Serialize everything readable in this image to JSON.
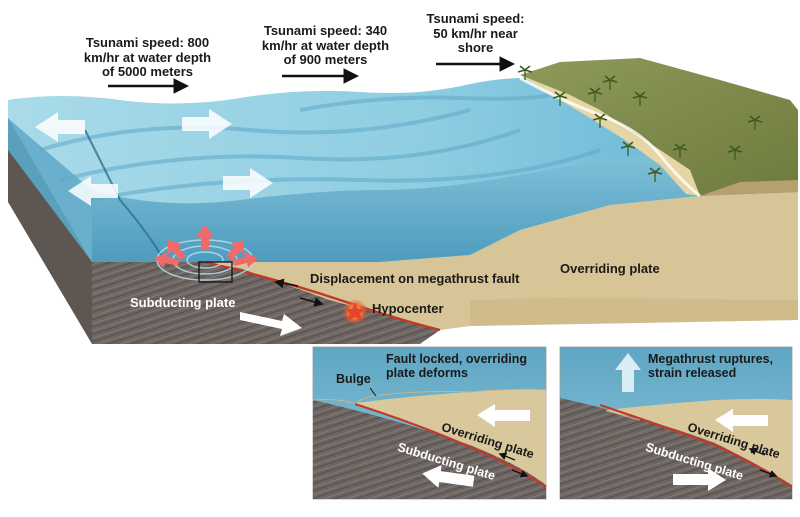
{
  "speeds": [
    {
      "line1": "Tsunami speed: 800",
      "line2": "km/hr at water depth",
      "line3": "of 5000 meters"
    },
    {
      "line1": "Tsunami speed: 340",
      "line2": "km/hr at water depth",
      "line3": "of 900 meters"
    },
    {
      "line1": "Tsunami speed:",
      "line2": "50 km/hr near",
      "line3": "shore"
    }
  ],
  "main": {
    "displacement": "Displacement on megathrust fault",
    "overriding": "Overriding plate",
    "subducting": "Subducting plate",
    "hypocenter": "Hypocenter"
  },
  "inset_left": {
    "title1": "Fault locked, overriding",
    "title2": "plate deforms",
    "bulge": "Bulge",
    "overriding": "Overriding plate",
    "subducting": "Subducting plate"
  },
  "inset_right": {
    "title1": "Megathrust ruptures,",
    "title2": "strain released",
    "overriding": "Overriding plate",
    "subducting": "Subducting plate"
  },
  "colors": {
    "water": "#7ec4dc",
    "water_dark": "#3f9bc0",
    "sand": "#d8c79b",
    "plate": "#6e6560",
    "fault": "#c0392b",
    "land": "#7d8a4a"
  }
}
